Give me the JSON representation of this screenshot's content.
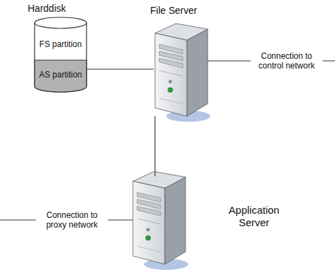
{
  "diagram": {
    "nodes": [
      {
        "text": [
          "Harddisk"
        ]
      },
      {
        "text": [
          "FS partition"
        ],
        "in": 0
      },
      {
        "text": [
          "AS partition"
        ],
        "in": 0
      },
      {
        "text": [
          "File Server"
        ]
      },
      {
        "text": [
          "Application Server"
        ]
      }
    ],
    "edges": [
      {
        "from": 0,
        "to": 3,
        "arrow": "none"
      },
      {
        "from": 3,
        "to": 4,
        "arrow": "none"
      }
    ],
    "labels": [
      "Connection to control network",
      "Connection to proxy network"
    ]
  }
}
